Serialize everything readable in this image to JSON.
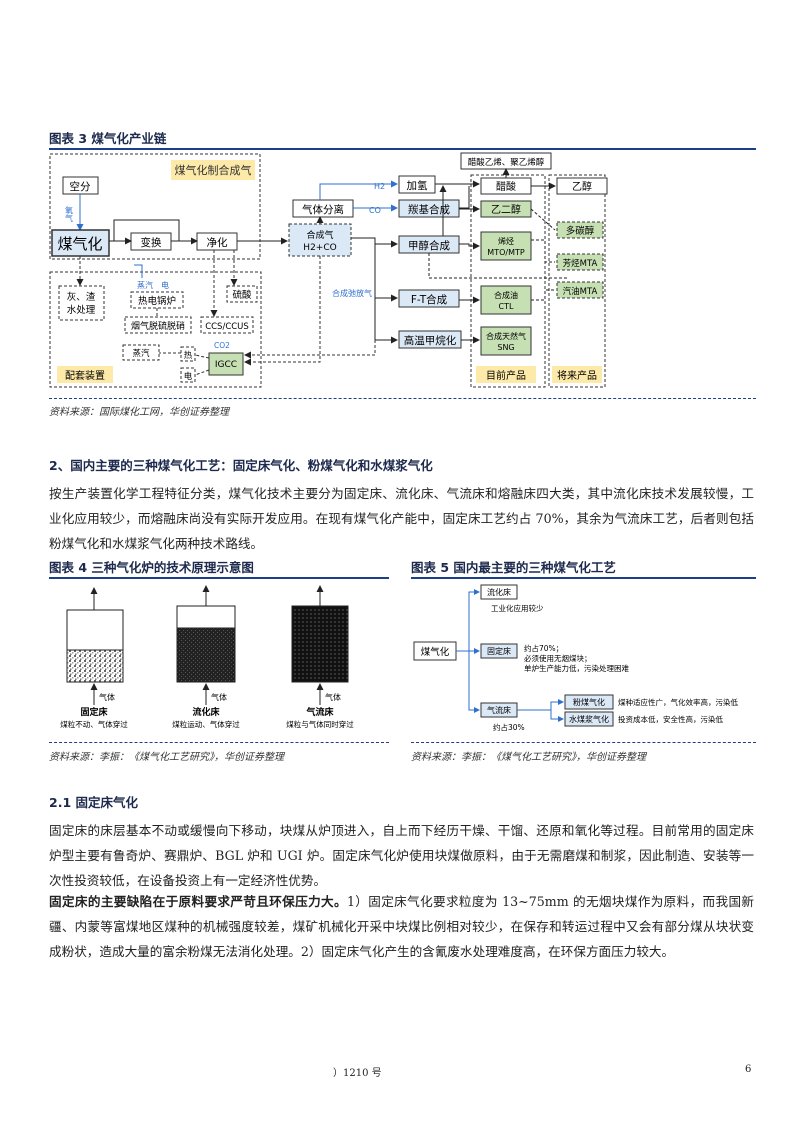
{
  "fig3": {
    "title": "图表 3   煤气化产业链",
    "source": "资料来源：国际煤化工网，华创证券整理",
    "nodes": {
      "air_sep": "空分",
      "oxygen": "氧气",
      "gasification": "煤气化",
      "shift": "变换",
      "purify": "净化",
      "syngas_label": "煤气化制合成气",
      "syngas": "合成气",
      "syngas_formula": "H2+CO",
      "gas_sep": "气体分离",
      "h2": "H2",
      "co": "CO",
      "hydrogenation": "加氢",
      "carbonyl": "羰基合成",
      "methanol": "甲醇合成",
      "ft": "F-T合成",
      "methanation": "高温甲烷化",
      "purge_gas": "合成弛放气",
      "acetate_top": "醋酸乙烯、聚乙烯醇",
      "acetic_acid": "醋酸",
      "ethylene_glycol": "乙二醇",
      "olefins": "烯烃",
      "mto": "MTO/MTP",
      "synoil": "合成油",
      "ctl": "CTL",
      "sng_cn": "合成天然气",
      "sng": "SNG",
      "current_products": "目前产品",
      "ethanol": "乙醇",
      "polyol": "多碳醇",
      "aromatics": "芳烃MTA",
      "gasoline": "汽油MTA",
      "future_products": "将来产品",
      "ash": "灰、渣",
      "water_treat": "水处理",
      "steam_elec_steam": "蒸汽",
      "steam_elec_elec": "电",
      "boiler": "热电锅炉",
      "sulfuric": "硫酸",
      "flue_gas": "烟气脱硫脱硝",
      "ccs": "CCS/CCUS",
      "co2": "CO2",
      "steam": "蒸汽",
      "heat": "热",
      "elec": "电",
      "igcc": "IGCC",
      "supporting": "配套装置"
    }
  },
  "section2": {
    "heading": "2、国内主要的三种煤气化工艺：固定床气化、粉煤气化和水煤浆气化",
    "para": "按生产装置化学工程特征分类，煤气化技术主要分为固定床、流化床、气流床和熔融床四大类，其中流化床技术发展较慢，工业化应用较少，而熔融床尚没有实际开发应用。在现有煤气化产能中，固定床工艺约占 70%，其余为气流床工艺，后者则包括粉煤气化和水煤浆气化两种技术路线。"
  },
  "fig4": {
    "title": "图表 4   三种气化炉的技术原理示意图",
    "source": "资料来源：李振：《煤气化工艺研究》，华创证券整理",
    "reactors": [
      {
        "gas": "气体",
        "name": "固定床",
        "desc": "煤粒不动、气体穿过"
      },
      {
        "gas": "气体",
        "name": "流化床",
        "desc": "煤粒运动、气体穿过"
      },
      {
        "gas": "气体",
        "name": "气流床",
        "desc": "煤粒与气体同时穿过"
      }
    ]
  },
  "fig5": {
    "title": "图表 5   国内最主要的三种煤气化工艺",
    "source": "资料来源：李振：《煤气化工艺研究》，华创证券整理",
    "root": "煤气化",
    "fluidized": "流化床",
    "fluidized_note": "工业化应用较少",
    "fixed": "固定床",
    "fixed_notes": [
      "约占70%；",
      "必须使用无烟煤块；",
      "单炉生产能力低，污染处理困难"
    ],
    "entrained": "气流床",
    "entrained_note": "约占30%",
    "pulverized": "粉煤气化",
    "pulverized_note": "煤种适应性广，气化效率高，污染低",
    "slurry": "水煤浆气化",
    "slurry_note": "投资成本低，安全性高，污染低"
  },
  "section21": {
    "heading": "2.1  固定床气化",
    "para1": "固定床的床层基本不动或缓慢向下移动，块煤从炉顶进入，自上而下经历干燥、干馏、还原和氧化等过程。目前常用的固定床炉型主要有鲁奇炉、赛鼎炉、BGL 炉和 UGI 炉。固定床气化炉使用块煤做原料，由于无需磨煤和制浆，因此制造、安装等一次性投资较低，在设备投资上有一定经济性优势。",
    "para2_bold": "固定床的主要缺陷在于原料要求严苛且环保压力大。",
    "para2_rest": "1）固定床气化要求粒度为 13~75mm 的无烟块煤作为原料，而我国新疆、内蒙等富煤地区煤种的机械强度较差，煤矿机械化开采中块煤比例相对较少，在保存和转运过程中又会有部分煤从块状变成粉状，造成大量的富余粉煤无法消化处理。2）固定床气化产生的含氰废水处理难度高，在环保方面压力较大。"
  },
  "footer": {
    "report": "）1210 号",
    "page": "6"
  },
  "colors": {
    "title_navy": "#1d2a4d",
    "rule_blue": "#1d3f8a",
    "box_blue_fill": "#dbe8f6",
    "box_green_fill": "#c6e0b4",
    "label_yellow": "#fde9a8",
    "accent_blue": "#2f6fd0"
  }
}
